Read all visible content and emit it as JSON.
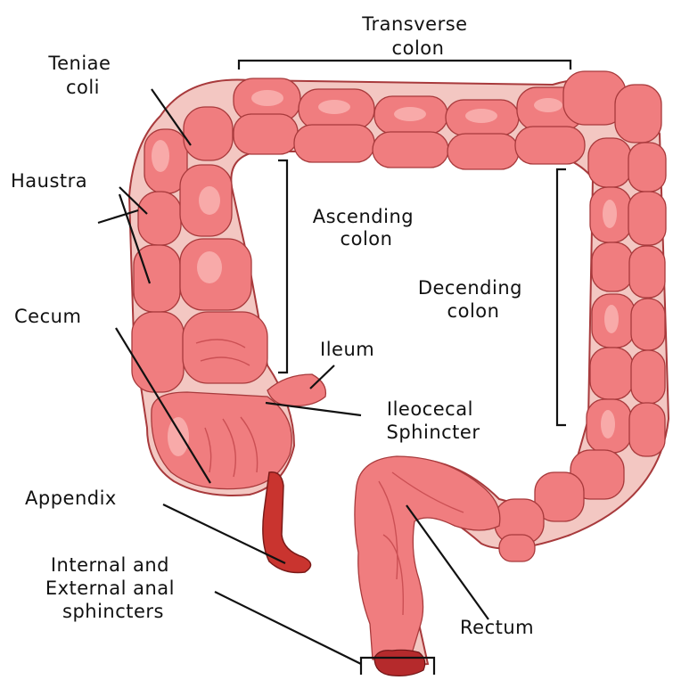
{
  "labels": {
    "transverse_colon": [
      "Transverse",
      "colon"
    ],
    "teniae_coli": [
      "Teniae",
      "coli"
    ],
    "haustra": [
      "Haustra"
    ],
    "ascending_colon": [
      "Ascending",
      "colon"
    ],
    "descending_colon": [
      "Decending",
      "colon"
    ],
    "cecum": [
      "Cecum"
    ],
    "ileum": [
      "Ileum"
    ],
    "ileocecal_sphincter": [
      "Ileocecal",
      "Sphincter"
    ],
    "appendix": [
      "Appendix"
    ],
    "anal_sphincters": [
      "Internal and",
      "External anal",
      "sphincters"
    ],
    "rectum": [
      "Rectum"
    ]
  },
  "colors": {
    "tissue": "#f07d7f",
    "tissue_highlight": "#f9b2b0",
    "tissue_outline": "#a83a3c",
    "wall": "#f3c7c2",
    "appendix": "#c9342f",
    "text": "#111111"
  }
}
